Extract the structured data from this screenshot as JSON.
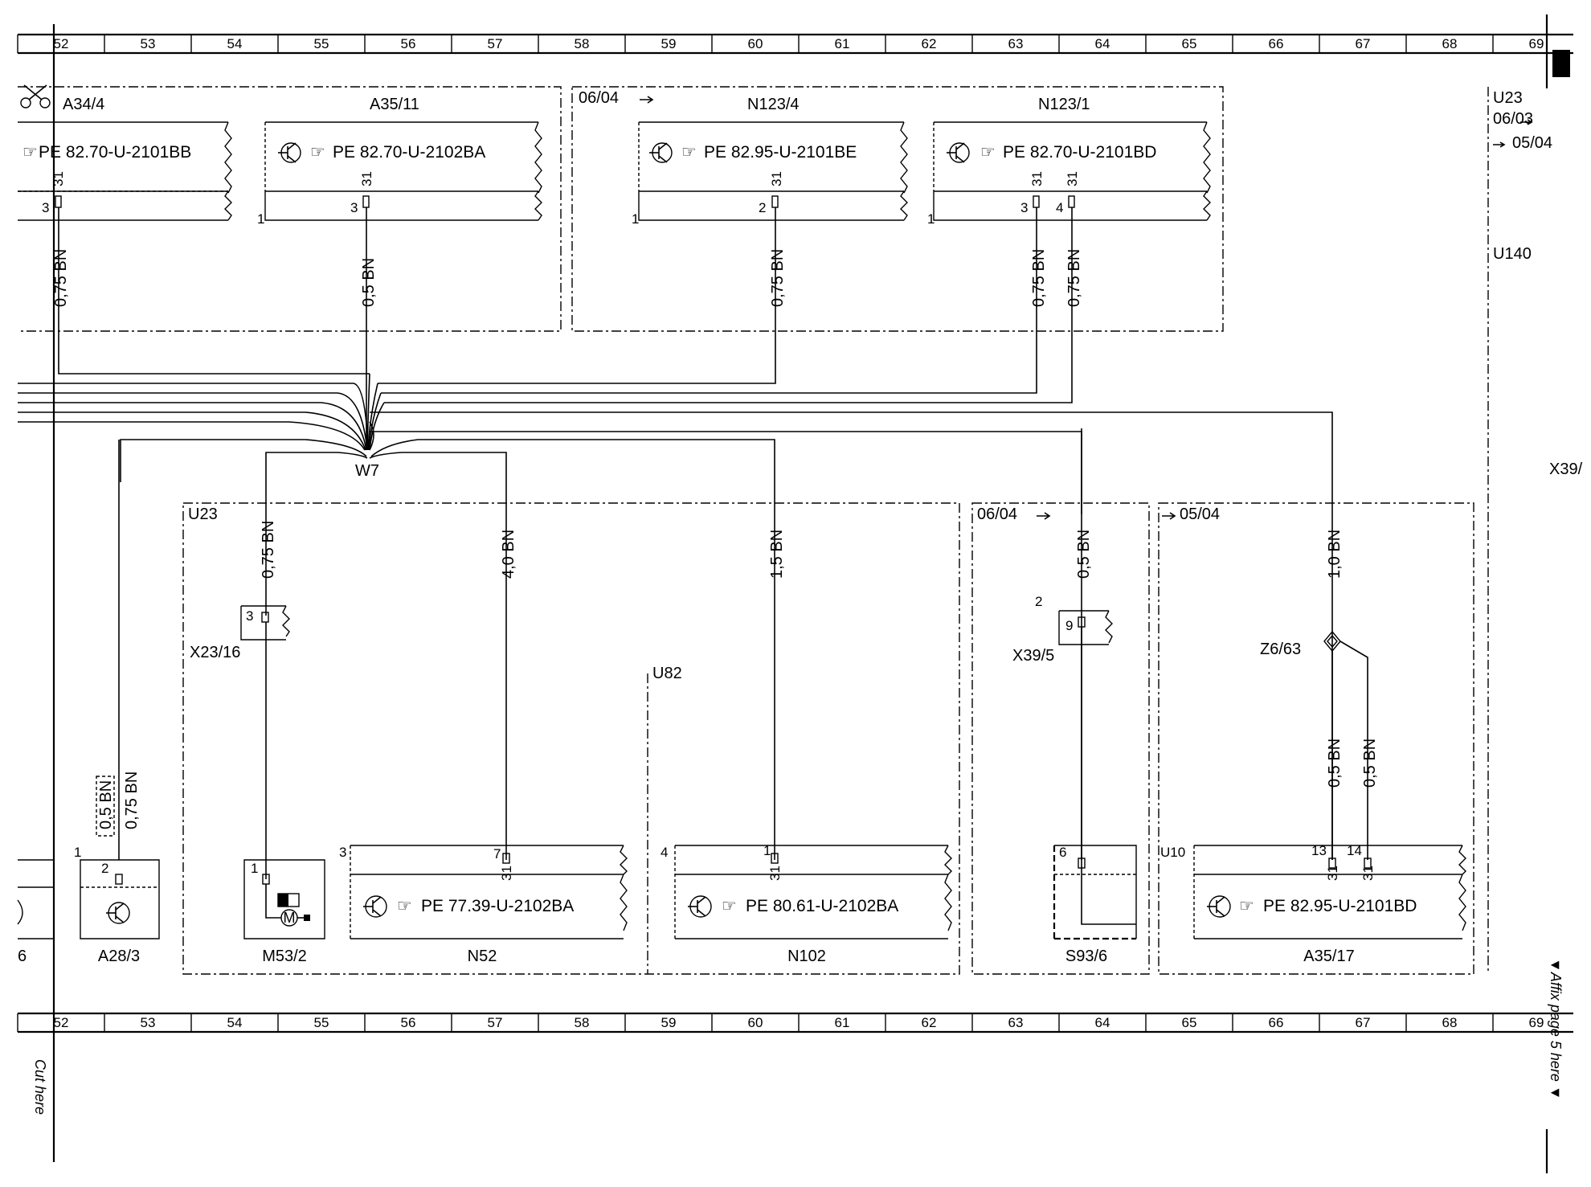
{
  "columns": {
    "numbers": [
      "52",
      "53",
      "54",
      "55",
      "56",
      "57",
      "58",
      "59",
      "60",
      "61",
      "62",
      "63",
      "64",
      "65",
      "66",
      "67",
      "68",
      "69"
    ]
  },
  "margin_notes": {
    "cut_here": "Cut here",
    "affix": "▼Affix page 5 here ▼"
  },
  "groups": {
    "top_mid_date": "06/04",
    "u23_top": "U23",
    "u23_date_from": "06/03",
    "u23_date_to": "05/04",
    "u140": "U140",
    "x39_partial": "X39/",
    "u23_lower": "U23",
    "u82": "U82",
    "mid_lower_date": "06/04",
    "right_lower_date": "05/04"
  },
  "modules_top": [
    {
      "id": "A34/4",
      "pe": "PE 82.70-U-2101BB",
      "pin": "3",
      "terminal": "31",
      "wire": "0,75 BN",
      "corner": ""
    },
    {
      "id": "A35/11",
      "pe": "PE 82.70-U-2102BA",
      "pin": "3",
      "terminal": "31",
      "wire": "0,5 BN",
      "corner": "1"
    },
    {
      "id": "N123/4",
      "pe": "PE 82.95-U-2101BE",
      "pin": "2",
      "terminal": "31",
      "wire": "0,75 BN",
      "corner": "1"
    },
    {
      "id": "N123/1",
      "pe": "PE 82.70-U-2101BD",
      "pin_a": "3",
      "pin_b": "4",
      "terminal_a": "31",
      "terminal_b": "31",
      "wire_a": "0,75 BN",
      "wire_b": "0,75 BN",
      "corner": "1"
    }
  ],
  "harness": {
    "id": "W7"
  },
  "modules_bottom": [
    {
      "id": "A28/3",
      "pin": "2",
      "corner": "1",
      "wire_a": "0,5 BN",
      "wire_b": "0,75 BN"
    },
    {
      "id": "M53/2",
      "pin": "1",
      "connector": "X23/16",
      "connector_pin": "3",
      "wire": "0,75 BN",
      "motor": "M"
    },
    {
      "id": "N52",
      "pe": "PE 77.39-U-2102BA",
      "pin": "7",
      "terminal": "31",
      "corner": "3",
      "wire": "4,0 BN"
    },
    {
      "id": "N102",
      "pe": "PE 80.61-U-2102BA",
      "pin": "1",
      "terminal": "31",
      "corner": "4",
      "wire": "1,5 BN"
    },
    {
      "id": "S93/6",
      "pin": "6",
      "connector": "X39/5",
      "connector_pin": "9",
      "connector_corner": "2",
      "wire": "0,5 BN"
    },
    {
      "id": "A35/17",
      "pe": "PE 82.95-U-2101BD",
      "pin_a": "13",
      "pin_b": "14",
      "terminal_a": "31",
      "terminal_b": "31",
      "corner": "U10",
      "splice": "Z6/63",
      "wire_main": "1,0 BN",
      "wire_a": "0,5 BN",
      "wire_b": "0,5 BN"
    }
  ],
  "left_partial": {
    "label": "6"
  }
}
